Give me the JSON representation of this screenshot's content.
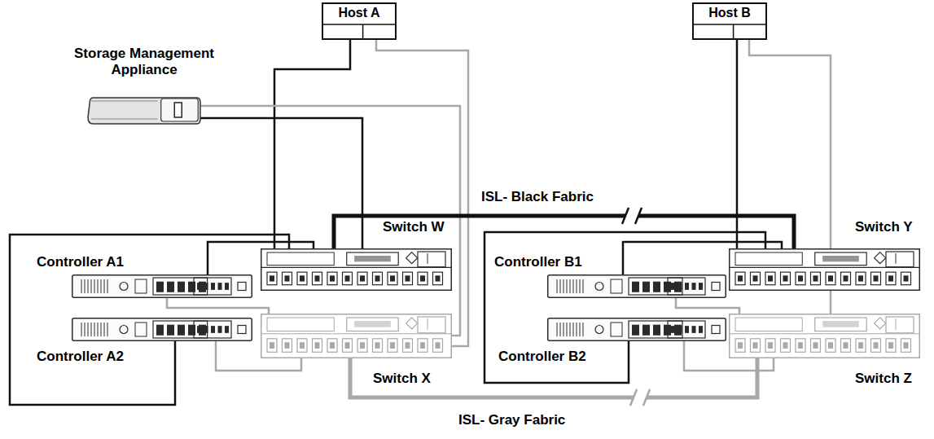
{
  "diagram": {
    "nodes": [
      {
        "text": [
          "Host A"
        ]
      },
      {
        "text": [
          "Host B"
        ]
      },
      {
        "text": [
          "Storage Management Appliance"
        ]
      },
      {
        "text": [
          "Controller A1"
        ]
      },
      {
        "text": [
          "Controller A2"
        ]
      },
      {
        "text": [
          "Switch W"
        ]
      },
      {
        "text": [
          "Switch X"
        ]
      },
      {
        "text": [
          "Controller B1"
        ]
      },
      {
        "text": [
          "Controller B2"
        ]
      },
      {
        "text": [
          "Switch Y"
        ]
      },
      {
        "text": [
          "Switch Z"
        ]
      }
    ],
    "edges": [
      {
        "from": 0,
        "to": 5,
        "arrow": "none"
      },
      {
        "from": 0,
        "to": 6,
        "arrow": "none"
      },
      {
        "from": 1,
        "to": 9,
        "arrow": "none"
      },
      {
        "from": 1,
        "to": 10,
        "arrow": "none"
      },
      {
        "from": 2,
        "to": 5,
        "arrow": "none"
      },
      {
        "from": 2,
        "to": 6,
        "arrow": "none"
      },
      {
        "from": 3,
        "to": 5,
        "arrow": "none"
      },
      {
        "from": 3,
        "to": 6,
        "arrow": "none"
      },
      {
        "from": 4,
        "to": 5,
        "arrow": "none"
      },
      {
        "from": 4,
        "to": 6,
        "arrow": "none"
      },
      {
        "from": 7,
        "to": 9,
        "arrow": "none"
      },
      {
        "from": 7,
        "to": 10,
        "arrow": "none"
      },
      {
        "from": 8,
        "to": 9,
        "arrow": "none"
      },
      {
        "from": 8,
        "to": 10,
        "arrow": "none"
      },
      {
        "from": 5,
        "to": 9,
        "label": "ISL- Black Fabric",
        "arrow": "none"
      },
      {
        "from": 6,
        "to": 10,
        "label": "ISL- Gray Fabric",
        "arrow": "none"
      }
    ]
  }
}
